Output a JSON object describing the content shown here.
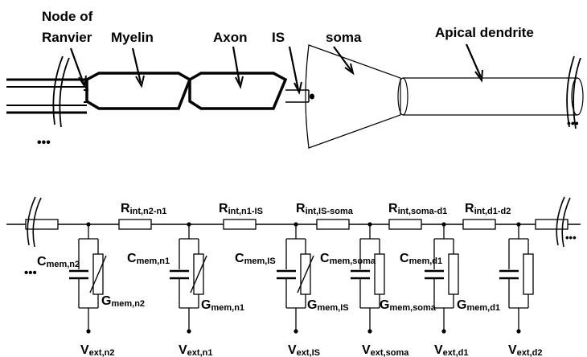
{
  "top": {
    "labels": {
      "node_line1": "Node of",
      "node_line2": "Ranvier",
      "myelin": "Myelin",
      "axon": "Axon",
      "is": "IS",
      "soma": "soma",
      "apical": "Apical dendrite"
    },
    "ellipsis": "•••"
  },
  "circuit": {
    "resistors": [
      {
        "main": "R",
        "sub": "int,n2-n1"
      },
      {
        "main": "R",
        "sub": "int,n1-IS"
      },
      {
        "main": "R",
        "sub": "int,IS-soma"
      },
      {
        "main": "R",
        "sub": "int,soma-d1"
      },
      {
        "main": "R",
        "sub": "int,d1-d2"
      }
    ],
    "compartments": [
      {
        "cap_main": "C",
        "cap_sub": "mem,n2",
        "cond_main": "G",
        "cond_sub": "mem,n2",
        "v_main": "V",
        "v_sub": "ext,n2",
        "variable": true
      },
      {
        "cap_main": "C",
        "cap_sub": "mem,n1",
        "cond_main": "G",
        "cond_sub": "mem,n1",
        "v_main": "V",
        "v_sub": "ext,n1",
        "variable": true
      },
      {
        "cap_main": "C",
        "cap_sub": "mem,IS",
        "cond_main": "G",
        "cond_sub": "mem,IS",
        "v_main": "V",
        "v_sub": "ext,IS",
        "variable": true
      },
      {
        "cap_main": "C",
        "cap_sub": "mem,soma",
        "cond_main": "G",
        "cond_sub": "mem,soma",
        "v_main": "V",
        "v_sub": "ext,soma",
        "variable": false
      },
      {
        "cap_main": "C",
        "cap_sub": "mem,d1",
        "cond_main": "G",
        "cond_sub": "mem,d1",
        "v_main": "V",
        "v_sub": "ext,d1",
        "variable": false
      },
      {
        "cap_main": "",
        "cap_sub": "",
        "cond_main": "",
        "cond_sub": "",
        "v_main": "V",
        "v_sub": "ext,d2",
        "variable": false
      }
    ],
    "ellipsis": "•••"
  }
}
